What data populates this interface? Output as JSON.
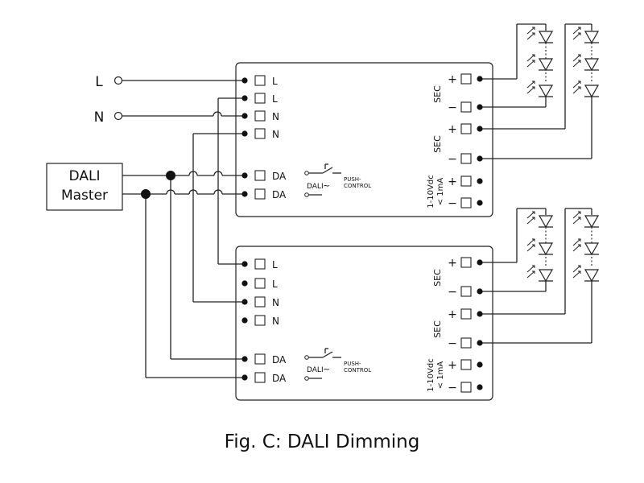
{
  "source_labels": {
    "line": "L",
    "neutral": "N"
  },
  "master": {
    "line1": "DALI",
    "line2": "Master"
  },
  "driver_inputs": [
    "L",
    "L",
    "N",
    "N",
    "DA",
    "DA"
  ],
  "outputs": {
    "sec": "SEC",
    "plus": "+",
    "minus": "−",
    "dim_line1": "1-10Vdc",
    "dim_line2": "< 1mA"
  },
  "control": {
    "dali": "DALI",
    "push1": "PUSH-",
    "push2": "CONTROL",
    "tilde": "~"
  },
  "caption": "Fig. C: DALI Dimming"
}
